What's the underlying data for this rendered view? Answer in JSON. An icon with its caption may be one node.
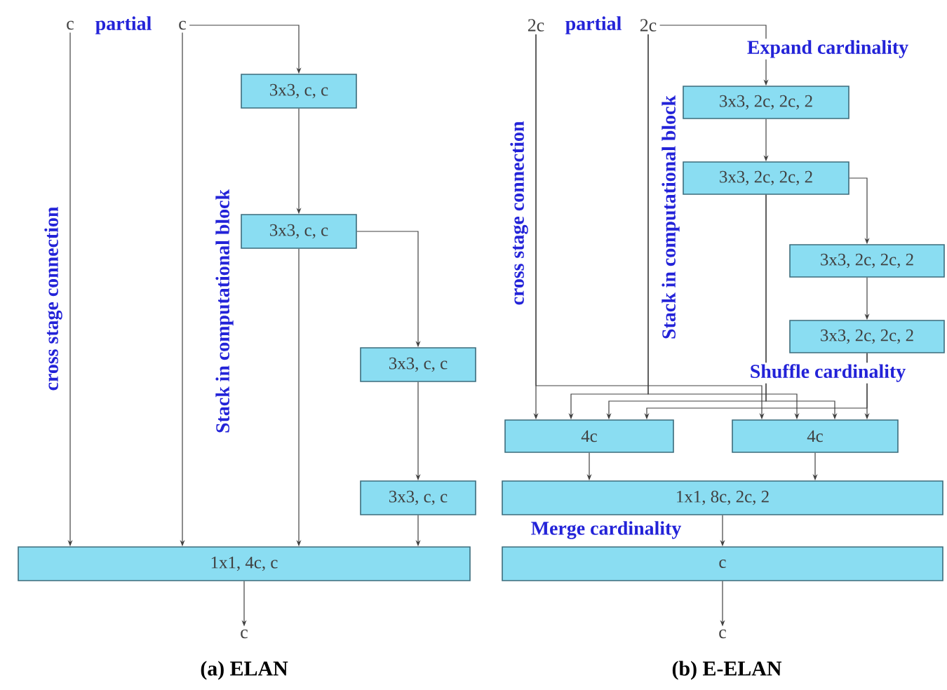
{
  "diagram": {
    "nodes": [
      {
        "text": [
          "c"
        ]
      },
      {
        "text": [
          "c"
        ]
      },
      {
        "text": [
          "3x3, c, c"
        ]
      },
      {
        "text": [
          "3x3, c, c"
        ]
      },
      {
        "text": [
          "3x3, c, c"
        ]
      },
      {
        "text": [
          "3x3, c, c"
        ]
      },
      {
        "text": [
          "1x1, 4c, c"
        ]
      },
      {
        "text": [
          "c"
        ]
      },
      {
        "text": [
          "2c"
        ]
      },
      {
        "text": [
          "2c"
        ]
      },
      {
        "text": [
          "3x3, 2c, 2c, 2"
        ]
      },
      {
        "text": [
          "3x3, 2c, 2c, 2"
        ]
      },
      {
        "text": [
          "3x3, 2c, 2c, 2"
        ]
      },
      {
        "text": [
          "3x3, 2c, 2c, 2"
        ]
      },
      {
        "text": [
          "4c"
        ]
      },
      {
        "text": [
          "4c"
        ]
      },
      {
        "text": [
          "1x1, 8c, 2c, 2"
        ]
      },
      {
        "text": [
          "c"
        ]
      },
      {
        "text": [
          "c"
        ]
      }
    ],
    "edges": [
      {
        "from": 0,
        "to": 6,
        "arrow": "to"
      },
      {
        "from": 1,
        "to": 6,
        "arrow": "to"
      },
      {
        "from": 1,
        "to": 2,
        "arrow": "to"
      },
      {
        "from": 2,
        "to": 3,
        "arrow": "to"
      },
      {
        "from": 3,
        "to": 6,
        "arrow": "to"
      },
      {
        "from": 3,
        "to": 4,
        "arrow": "to"
      },
      {
        "from": 4,
        "to": 5,
        "arrow": "to"
      },
      {
        "from": 5,
        "to": 6,
        "arrow": "to"
      },
      {
        "from": 6,
        "to": 7,
        "arrow": "to"
      },
      {
        "from": 8,
        "to": 14,
        "arrow": "to"
      },
      {
        "from": 8,
        "to": 15,
        "arrow": "to"
      },
      {
        "from": 9,
        "to": 10,
        "arrow": "to"
      },
      {
        "from": 9,
        "to": 14,
        "arrow": "to"
      },
      {
        "from": 9,
        "to": 15,
        "arrow": "to"
      },
      {
        "from": 10,
        "to": 11,
        "arrow": "to"
      },
      {
        "from": 11,
        "to": 12,
        "arrow": "to"
      },
      {
        "from": 11,
        "to": 14,
        "arrow": "to"
      },
      {
        "from": 11,
        "to": 15,
        "arrow": "to"
      },
      {
        "from": 12,
        "to": 13,
        "arrow": "to"
      },
      {
        "from": 13,
        "to": 14,
        "arrow": "to"
      },
      {
        "from": 13,
        "to": 15,
        "arrow": "to"
      },
      {
        "from": 14,
        "to": 16,
        "arrow": "to"
      },
      {
        "from": 15,
        "to": 16,
        "arrow": "to"
      },
      {
        "from": 16,
        "to": 17,
        "arrow": "to"
      },
      {
        "from": 17,
        "to": 18,
        "arrow": "to"
      }
    ],
    "labels": [
      "partial",
      "cross stage connection",
      "Stack in computational block",
      "(a) ELAN",
      "partial",
      "Expand cardinality",
      "cross stage connection",
      "Stack in computational block",
      "Shuffle cardinality",
      "Merge cardinality",
      "(b) E-ELAN"
    ]
  }
}
